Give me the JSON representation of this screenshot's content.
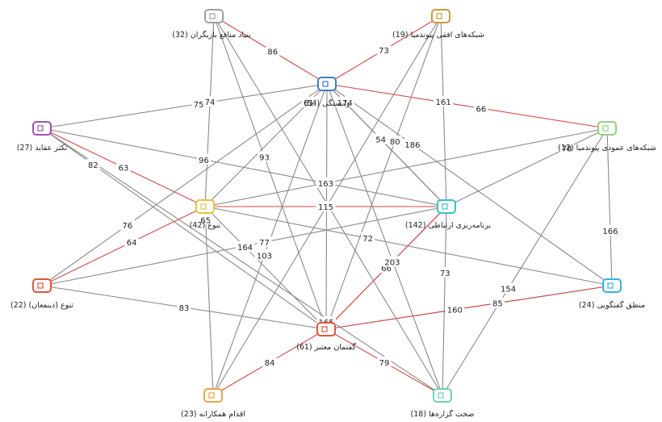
{
  "diagram": {
    "colors": {
      "black_edge": "#8a8a8a",
      "red_edge": "#d24a4a"
    },
    "nodes": [
      {
        "id": "n_top_left",
        "label": "بنیاد منافع بازیگران (32)",
        "color": "#9e9e9e"
      },
      {
        "id": "n_top_right",
        "label": "شبکه‌های افقی پیوندمیا (19)",
        "color": "#c89a3a"
      },
      {
        "id": "n_center_top",
        "label": "وابستگی (54)",
        "color": "#3f7fc4"
      },
      {
        "id": "n_left_top",
        "label": "تکثر عقاید (27)",
        "color": "#a24fb8"
      },
      {
        "id": "n_right_top",
        "label": "شبکه‌های عمودی پیوندمیا (12)",
        "color": "#8fd17a"
      },
      {
        "id": "n_left_mid",
        "label": "تنوع (42)",
        "color": "#e6c43a"
      },
      {
        "id": "n_right_mid",
        "label": "برنامه‌ریزی ارتباطی (142)",
        "color": "#36c2cf"
      },
      {
        "id": "n_left_low",
        "label": "تنوع (ذینفعان) (22)",
        "color": "#e0553a"
      },
      {
        "id": "n_right_low",
        "label": "منطق گفتگویی (24)",
        "color": "#35b3e0"
      },
      {
        "id": "n_center_low",
        "label": "گفتمان معتبر (61)",
        "color": "#e0553a"
      },
      {
        "id": "n_bottom_left",
        "label": "اقدام همکارانه (23)",
        "color": "#e8a348"
      },
      {
        "id": "n_bottom_right",
        "label": "صحت گزاره‌ها (18)",
        "color": "#6fd1b8"
      }
    ],
    "edges": [
      {
        "from": "n_top_left",
        "to": "n_center_top",
        "label": "86",
        "type": "red"
      },
      {
        "from": "n_top_right",
        "to": "n_center_top",
        "label": "73",
        "type": "red"
      },
      {
        "from": "n_left_top",
        "to": "n_center_top",
        "label": "75",
        "type": "black"
      },
      {
        "from": "n_center_top",
        "to": "n_right_top",
        "label": "66",
        "type": "red"
      },
      {
        "from": "n_top_left",
        "to": "n_left_mid",
        "label": "74",
        "type": "black"
      },
      {
        "from": "n_top_right",
        "to": "n_right_mid",
        "label": "161",
        "type": "black"
      },
      {
        "from": "n_center_top",
        "to": "n_right_mid",
        "label": "174",
        "type": "red"
      },
      {
        "from": "n_center_top",
        "to": "n_left_mid",
        "label": "61",
        "type": "black"
      },
      {
        "from": "n_left_top",
        "to": "n_left_mid",
        "label": "63",
        "type": "red"
      },
      {
        "from": "n_left_top",
        "to": "n_right_mid",
        "label": "96",
        "type": "black"
      },
      {
        "from": "n_left_mid",
        "to": "n_right_top",
        "label": "163",
        "type": "black"
      },
      {
        "from": "n_left_mid",
        "to": "n_right_mid",
        "label": "115",
        "type": "red"
      },
      {
        "from": "n_center_top",
        "to": "n_left_low",
        "label": "76",
        "type": "black"
      },
      {
        "from": "n_center_top",
        "to": "n_right_low",
        "label": "186",
        "type": "black"
      },
      {
        "from": "n_center_top",
        "to": "n_right_mid",
        "label": "54",
        "type": "black"
      },
      {
        "from": "n_right_top",
        "to": "n_right_mid",
        "label": "78",
        "type": "black"
      },
      {
        "from": "n_right_top",
        "to": "n_bottom_right",
        "label": "154",
        "type": "black"
      },
      {
        "from": "n_top_left",
        "to": "n_center_low",
        "label": "93",
        "type": "black"
      },
      {
        "from": "n_top_right",
        "to": "n_center_low",
        "label": "80",
        "type": "black"
      },
      {
        "from": "n_left_mid",
        "to": "n_left_low",
        "label": "64",
        "type": "red"
      },
      {
        "from": "n_left_mid",
        "to": "n_center_low",
        "label": "164",
        "type": "black"
      },
      {
        "from": "n_left_low",
        "to": "n_right_mid",
        "label": "77",
        "type": "black"
      },
      {
        "from": "n_right_mid",
        "to": "n_center_low",
        "label": "66",
        "type": "red"
      },
      {
        "from": "n_left_mid",
        "to": "n_right_low",
        "label": "72",
        "type": "black"
      },
      {
        "from": "n_right_mid",
        "to": "n_bottom_right",
        "label": "73",
        "type": "black"
      },
      {
        "from": "n_right_top",
        "to": "n_right_low",
        "label": "166",
        "type": "black"
      },
      {
        "from": "n_left_top",
        "to": "n_center_low",
        "label": "82",
        "type": "black"
      },
      {
        "from": "n_center_top",
        "to": "n_bottom_left",
        "label": "103",
        "type": "black"
      },
      {
        "from": "n_right_mid",
        "to": "n_center_low",
        "label": "203",
        "type": "red"
      },
      {
        "from": "n_left_low",
        "to": "n_center_low",
        "label": "83",
        "type": "black"
      },
      {
        "from": "n_left_mid",
        "to": "n_bottom_left",
        "label": "65",
        "type": "black"
      },
      {
        "from": "n_center_top",
        "to": "n_center_low",
        "label": "165",
        "type": "black"
      },
      {
        "from": "n_center_low",
        "to": "n_right_low",
        "label": "160",
        "type": "black"
      },
      {
        "from": "n_center_low",
        "to": "n_right_low",
        "label": "85",
        "type": "red"
      },
      {
        "from": "n_bottom_left",
        "to": "n_center_low",
        "label": "84",
        "type": "red"
      },
      {
        "from": "n_center_low",
        "to": "n_bottom_right",
        "label": "79",
        "type": "red"
      },
      {
        "from": "n_top_left",
        "to": "n_bottom_right",
        "label": "",
        "type": "black"
      },
      {
        "from": "n_top_right",
        "to": "n_bottom_left",
        "label": "",
        "type": "black"
      },
      {
        "from": "n_center_top",
        "to": "n_bottom_right",
        "label": "",
        "type": "black"
      },
      {
        "from": "n_left_top",
        "to": "n_bottom_right",
        "label": "",
        "type": "black"
      }
    ]
  }
}
